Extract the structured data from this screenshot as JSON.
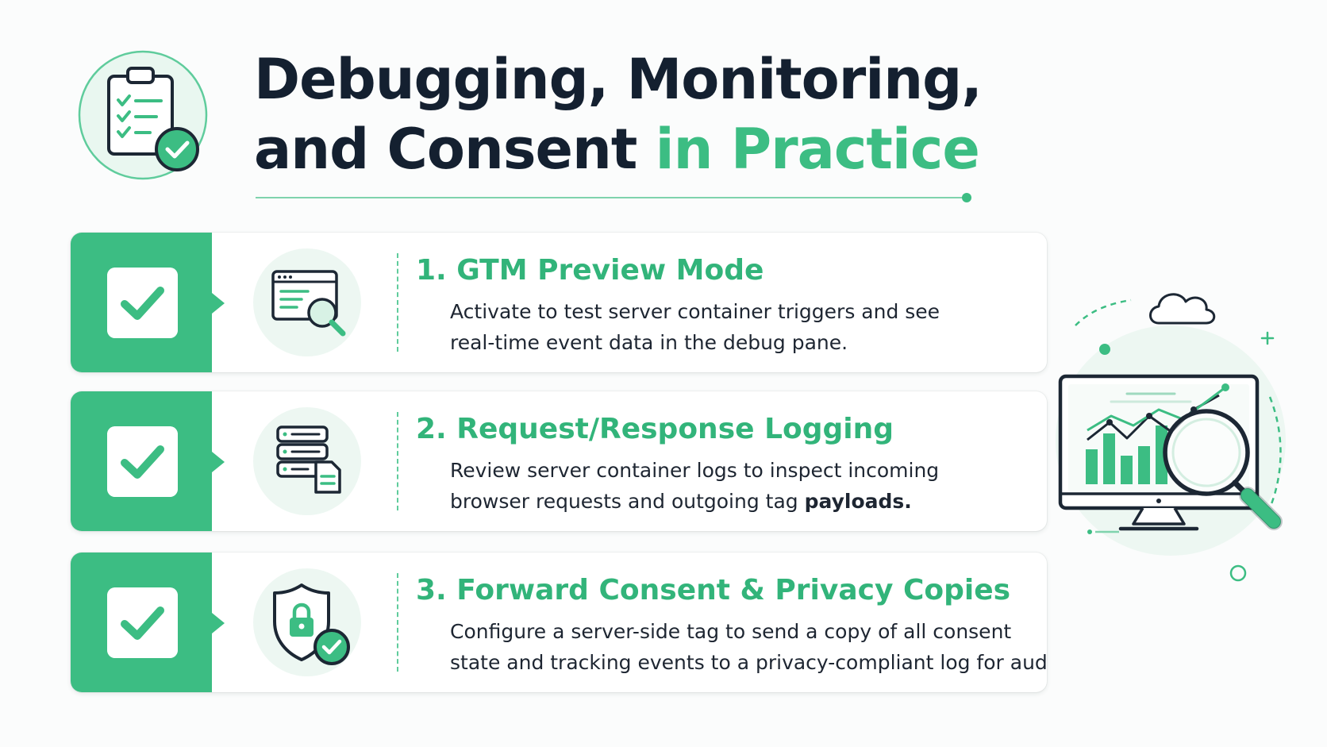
{
  "header": {
    "title_line1": "Debugging, Monitoring,",
    "title_line2_main": "and Consent",
    "title_line2_accent": "in Practice",
    "badge_icon": "clipboard-checklist-icon"
  },
  "colors": {
    "accent": "#3cbd83",
    "accent_light": "#e8f6ef",
    "dark_text": "#142030"
  },
  "steps": [
    {
      "title": "1. GTM Preview Mode",
      "desc_line1": "Activate to test server container triggers and see",
      "desc_line2": "real-time event data in the debug pane.",
      "icon": "browser-magnifier-icon"
    },
    {
      "title": "2. Request/Response Logging",
      "desc_line1": "Review server container logs to inspect incoming",
      "desc_line2_main": "browser requests and outgoing tag",
      "desc_line2_bold": "payloads.",
      "icon": "server-document-icon"
    },
    {
      "title": "3. Forward Consent & Privacy Copies",
      "desc_line1": "Configure a server-side tag to send a copy of all consent",
      "desc_line2": "state and tracking events to a privacy-compliant log for audit.",
      "icon": "shield-lock-check-icon"
    }
  ],
  "illustration": {
    "icon": "monitor-analytics-magnifier-icon",
    "decor": [
      "cloud-icon",
      "plus-icon"
    ]
  }
}
